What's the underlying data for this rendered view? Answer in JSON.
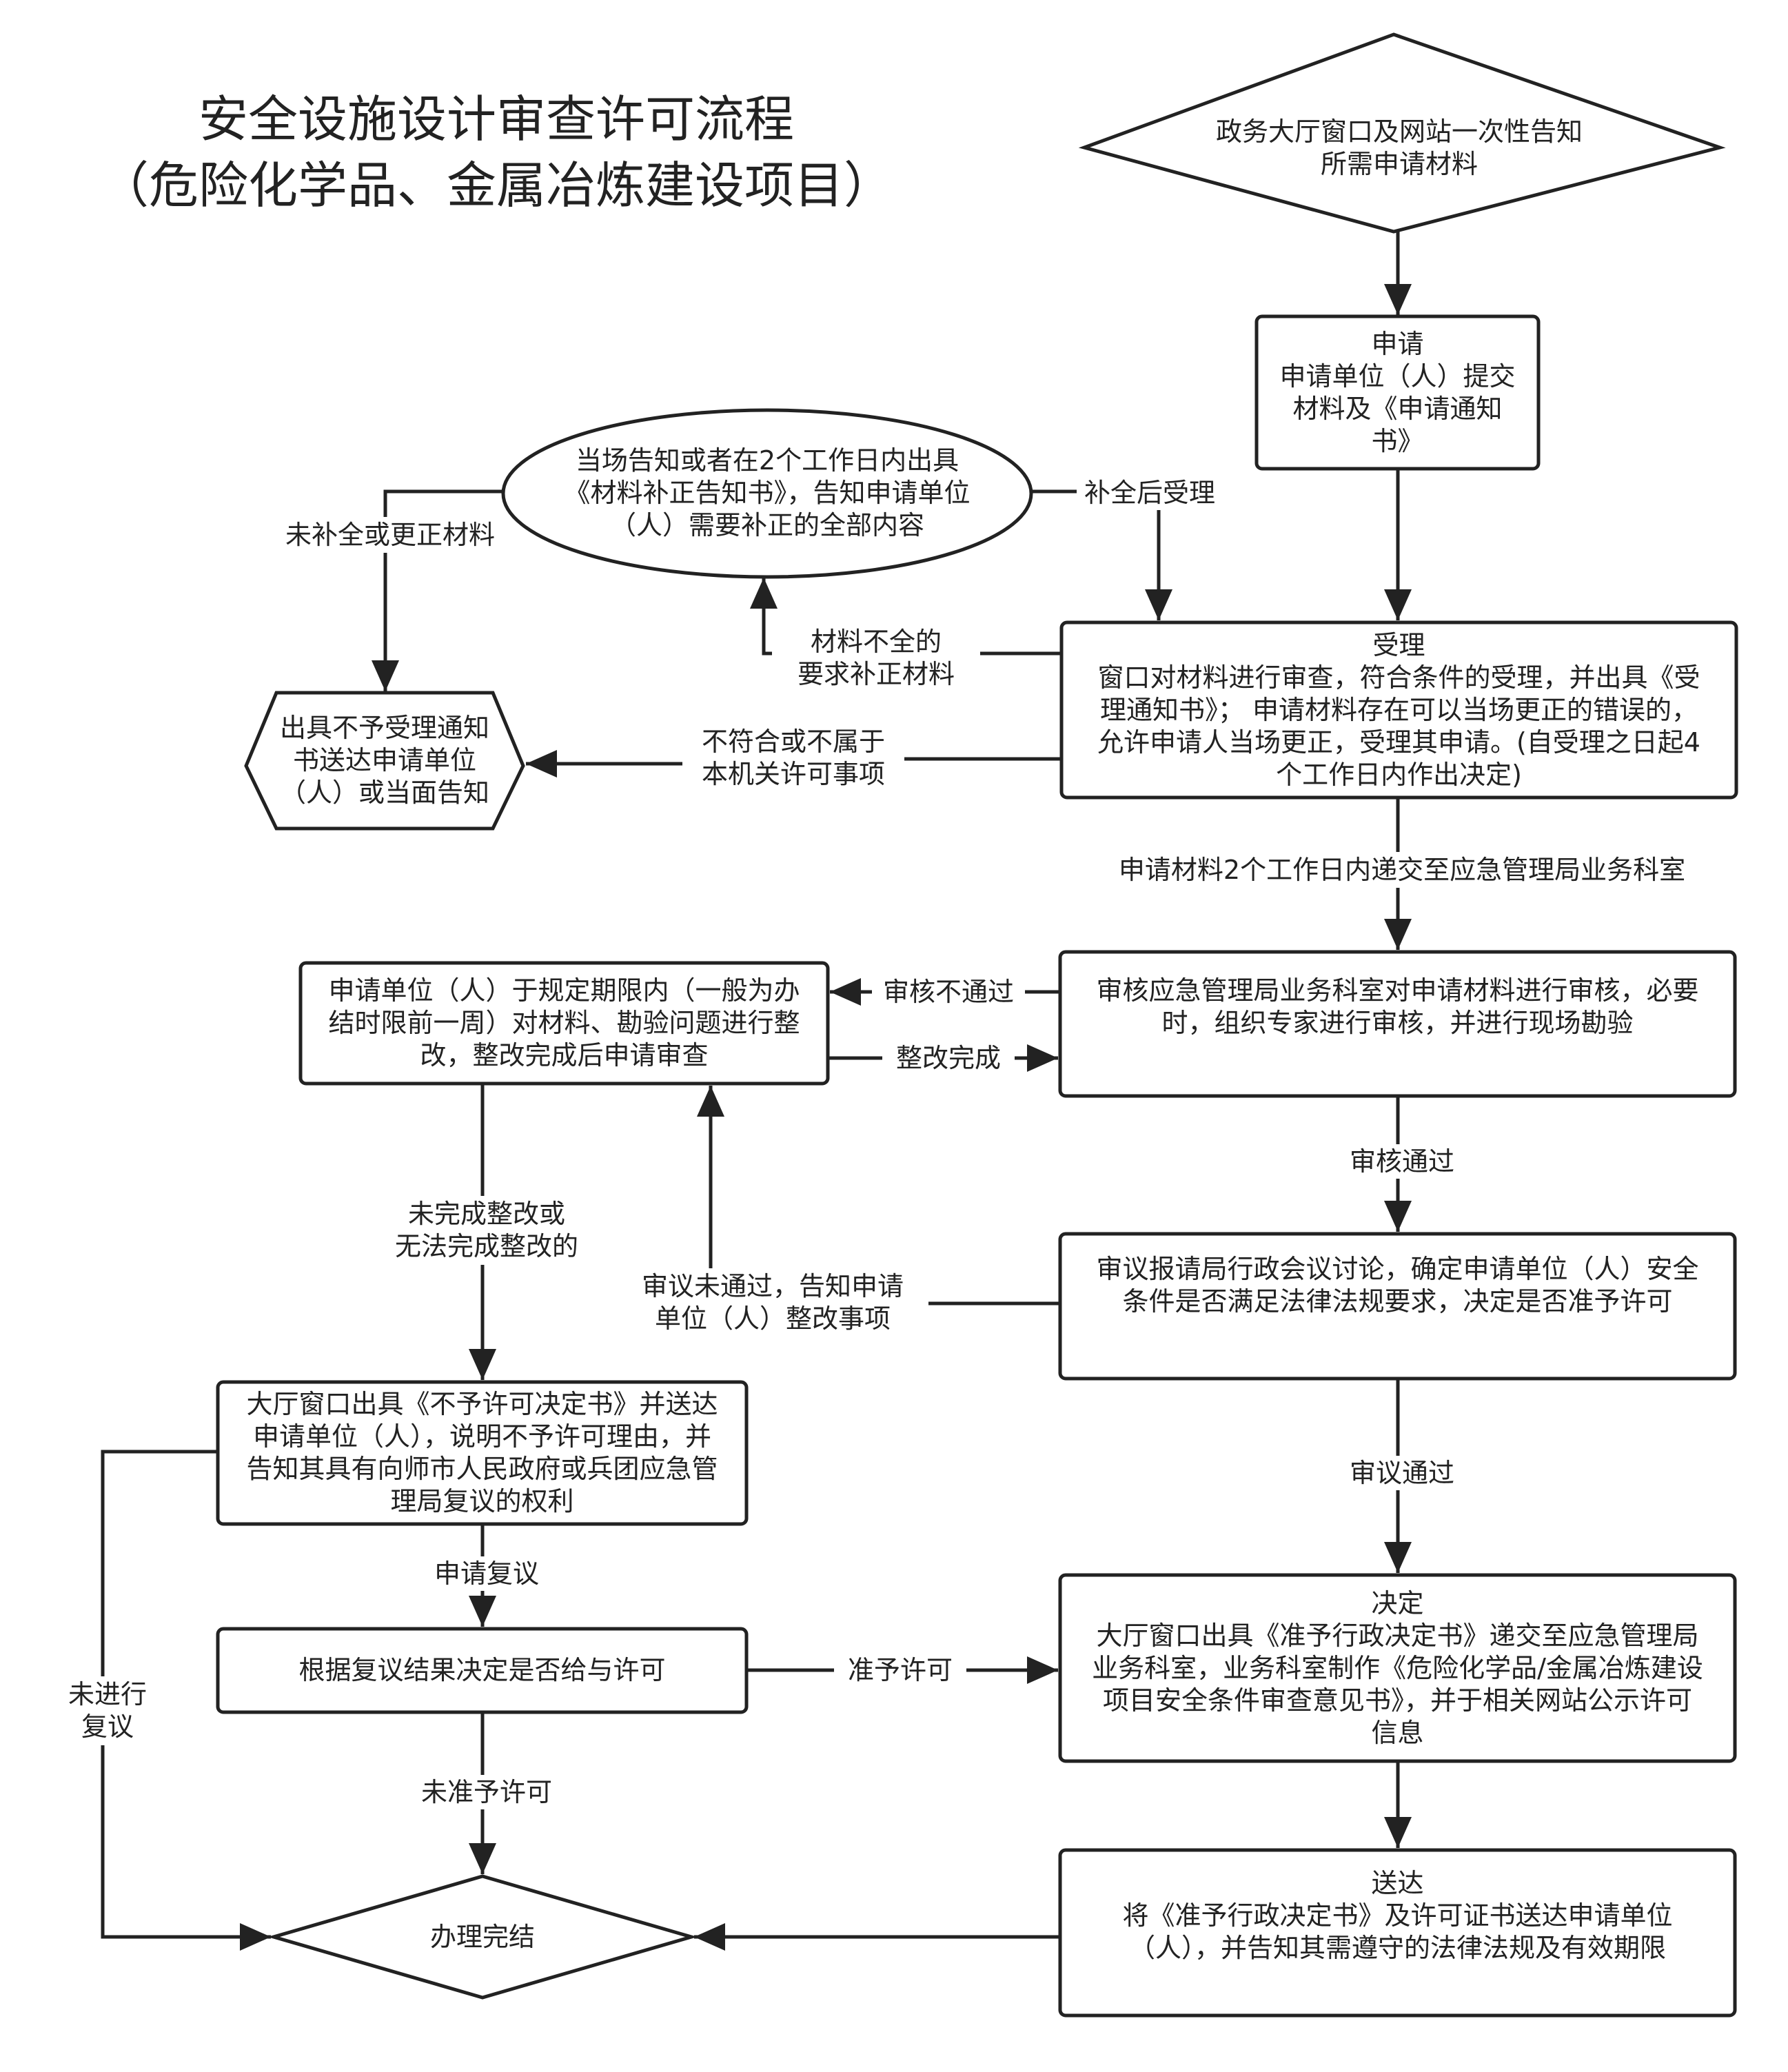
{
  "title": {
    "line1": "安全设施设计审查许可流程",
    "line2": "（危险化学品、金属冶炼建设项目）"
  },
  "nodes": {
    "inform": {
      "lines": [
        "政务大厅窗口及网站一次性告知",
        "所需申请材料"
      ]
    },
    "apply": {
      "lines": [
        "申请",
        "申请单位（人）提交",
        "材料及《申请通知",
        "书》"
      ]
    },
    "supplement": {
      "lines": [
        "当场告知或者在2个工作日内出具",
        "《材料补正告知书》，告知申请单位",
        "（人）需要补正的全部内容"
      ]
    },
    "accept": {
      "lines": [
        "受理",
        "窗口对材料进行审查，符合条件的受理，并出具《受",
        "理通知书》；  申请材料存在可以当场更正的错误的，",
        "允许申请人当场更正，受理其申请。(自受理之日起4",
        "个工作日内作出决定)"
      ]
    },
    "reject_notice": {
      "lines": [
        "出具不予受理通知",
        "书送达申请单位",
        "（人）或当面告知"
      ]
    },
    "review": {
      "lines": [
        "审核应急管理局业务科室对申请材料进行审核，必要",
        "时，组织专家进行审核，并进行现场勘验"
      ]
    },
    "rectify": {
      "lines": [
        "申请单位（人）于规定期限内（一般为办",
        "结时限前一周）对材料、勘验问题进行整",
        "改，整改完成后申请审查"
      ]
    },
    "deliberate": {
      "lines": [
        "审议报请局行政会议讨论，确定申请单位（人）安全",
        "条件是否满足法律法规要求，决定是否准予许可"
      ]
    },
    "deny": {
      "lines": [
        "大厅窗口出具《不予许可决定书》并送达",
        "申请单位（人），说明不予许可理由，并",
        "告知其具有向师市人民政府或兵团应急管",
        "理局复议的权利"
      ]
    },
    "reconsider_result": {
      "lines": [
        "根据复议结果决定是否给与许可"
      ]
    },
    "decision": {
      "lines": [
        "决定",
        "大厅窗口出具《准予行政决定书》递交至应急管理局",
        "业务科室，业务科室制作《危险化学品/金属冶炼建设",
        "项目安全条件审查意见书》，并于相关网站公示许可",
        "信息"
      ]
    },
    "deliver": {
      "lines": [
        "送达",
        "将《准予行政决定书》及许可证书送达申请单位",
        "（人），并告知其需遵守的法律法规及有效期限"
      ]
    },
    "done": {
      "lines": [
        "办理完结"
      ]
    }
  },
  "edge_labels": {
    "not_supplemented": [
      "未补全或更正材料"
    ],
    "accept_after_supplement": [
      "补全后受理"
    ],
    "incomplete_materials": [
      "材料不全的",
      "要求补正材料"
    ],
    "not_eligible": [
      "不符合或不属于",
      "本机关许可事项"
    ],
    "submit_2days": [
      "申请材料2个工作日内递交至应急管理局业务科室"
    ],
    "review_failed": [
      "审核不通过"
    ],
    "rectified": [
      "整改完成"
    ],
    "review_passed": [
      "审核通过"
    ],
    "rectify_incomplete": [
      "未完成整改或",
      "无法完成整改的"
    ],
    "deliberate_failed": [
      "审议未通过，告知申请",
      "单位（人）整改事项"
    ],
    "deliberate_passed": [
      "审议通过"
    ],
    "apply_reconsider": [
      "申请复议"
    ],
    "granted": [
      "准予许可"
    ],
    "no_reconsider": [
      "未进行",
      "复议"
    ],
    "not_granted": [
      "未准予许可"
    ]
  },
  "colors": {
    "line": "#222222",
    "fill": "#ffffff",
    "text": "#222222"
  }
}
